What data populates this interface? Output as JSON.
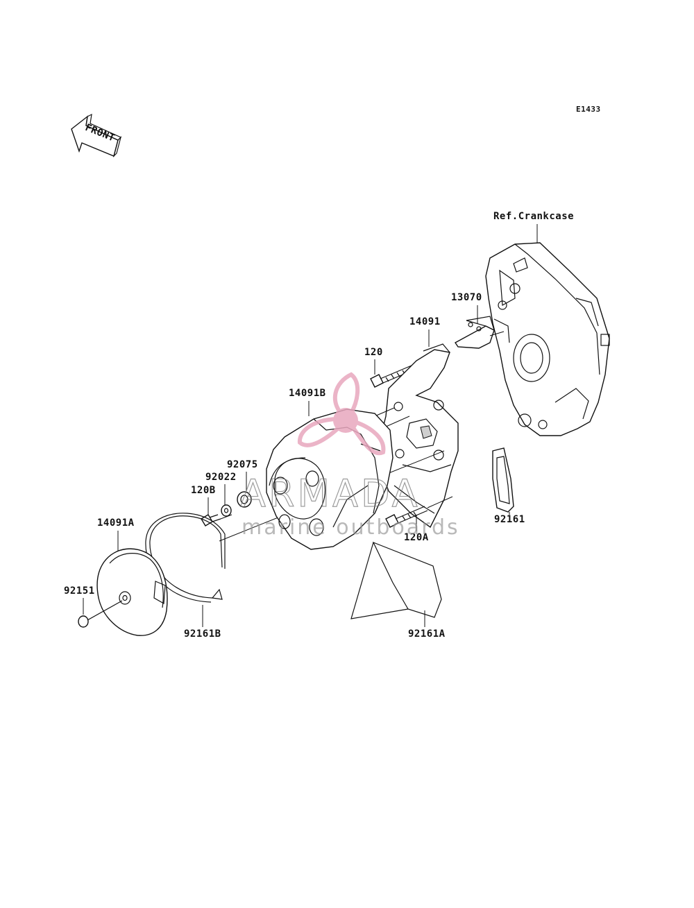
{
  "diagram": {
    "code": "E1433",
    "front_label": "FRONT",
    "reference": "Ref.Crankcase",
    "parts": {
      "p13070": "13070",
      "p14091": "14091",
      "p120": "120",
      "p14091B": "14091B",
      "p92075": "92075",
      "p92022": "92022",
      "p120B": "120B",
      "p14091A": "14091A",
      "p92151": "92151",
      "p92161B": "92161B",
      "p92161": "92161",
      "p120A": "120A",
      "p92161A": "92161A"
    }
  },
  "watermark": {
    "brand": "ARMADA",
    "tagline": "marine outboards",
    "logo_color": "#e8a7be"
  }
}
